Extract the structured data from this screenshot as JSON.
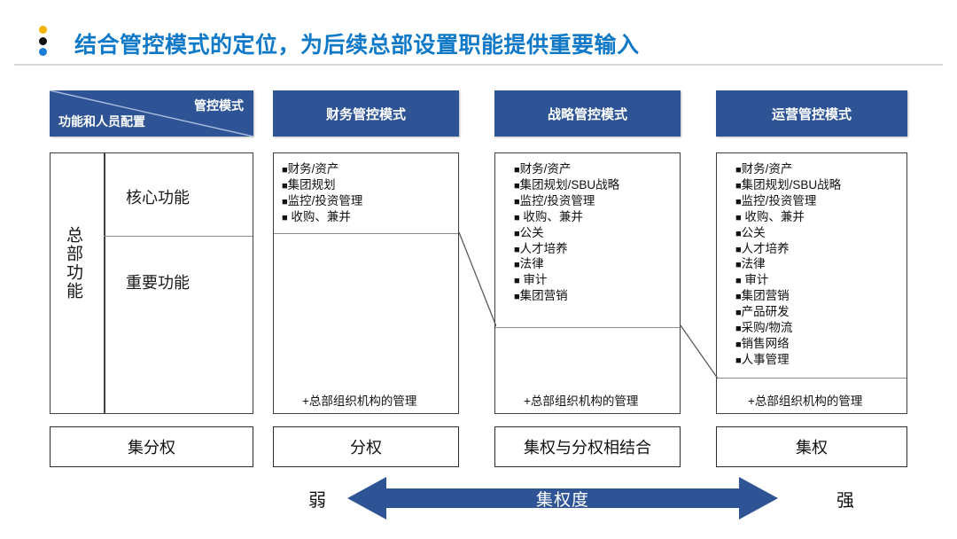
{
  "title": {
    "text": "结合管控模式的定位，为后续总部设置职能提供重要输入",
    "accent_color": "#0F79C8",
    "dots": [
      "yellow-dot",
      "black-dot",
      "blue-dot"
    ]
  },
  "matrix": {
    "corner_header": {
      "top_right_label": "管控模式",
      "bottom_left_label": "功能和人员配置"
    },
    "header_color": "#2E5496",
    "columns": [
      {
        "id": "financial",
        "header": "财务管控模式"
      },
      {
        "id": "strategic",
        "header": "战略管控模式"
      },
      {
        "id": "operational",
        "header": "运营管控模式"
      }
    ],
    "row_group_label": "总部功能",
    "rows": [
      {
        "id": "core",
        "label": "核心功能"
      },
      {
        "id": "important",
        "label": "重要功能"
      }
    ],
    "cells": {
      "financial": [
        "财务/资产",
        "集团规划",
        "监控/投资管理",
        " 收购、兼并"
      ],
      "strategic": [
        "财务/资产",
        "集团规划/SBU战略",
        "监控/投资管理",
        " 收购、兼并",
        "公关",
        "人才培养",
        "法律",
        " 审计",
        "集团营销"
      ],
      "operational": [
        "财务/资产",
        "集团规划/SBU战略",
        "监控/投资管理",
        " 收购、兼并",
        "公关",
        "人才培养",
        "法律",
        " 审计",
        "集团营销",
        "产品研发",
        "采购/物流",
        "销售网络",
        "人事管理"
      ]
    },
    "bullet_glyph": "■",
    "footnotes": {
      "financial": "+总部组织机构的管理",
      "strategic": "+总部组织机构的管理",
      "operational": "+总部组织机构的管理"
    }
  },
  "footer_boxes": [
    {
      "id": "corner",
      "label": "集分权"
    },
    {
      "id": "financial",
      "label": "分权"
    },
    {
      "id": "strategic",
      "label": "集权与分权相结合"
    },
    {
      "id": "operational",
      "label": "集权"
    }
  ],
  "scale": {
    "left_label": "弱",
    "right_label": "强",
    "center_label": "集权度",
    "arrow_color": "#2E5496"
  }
}
